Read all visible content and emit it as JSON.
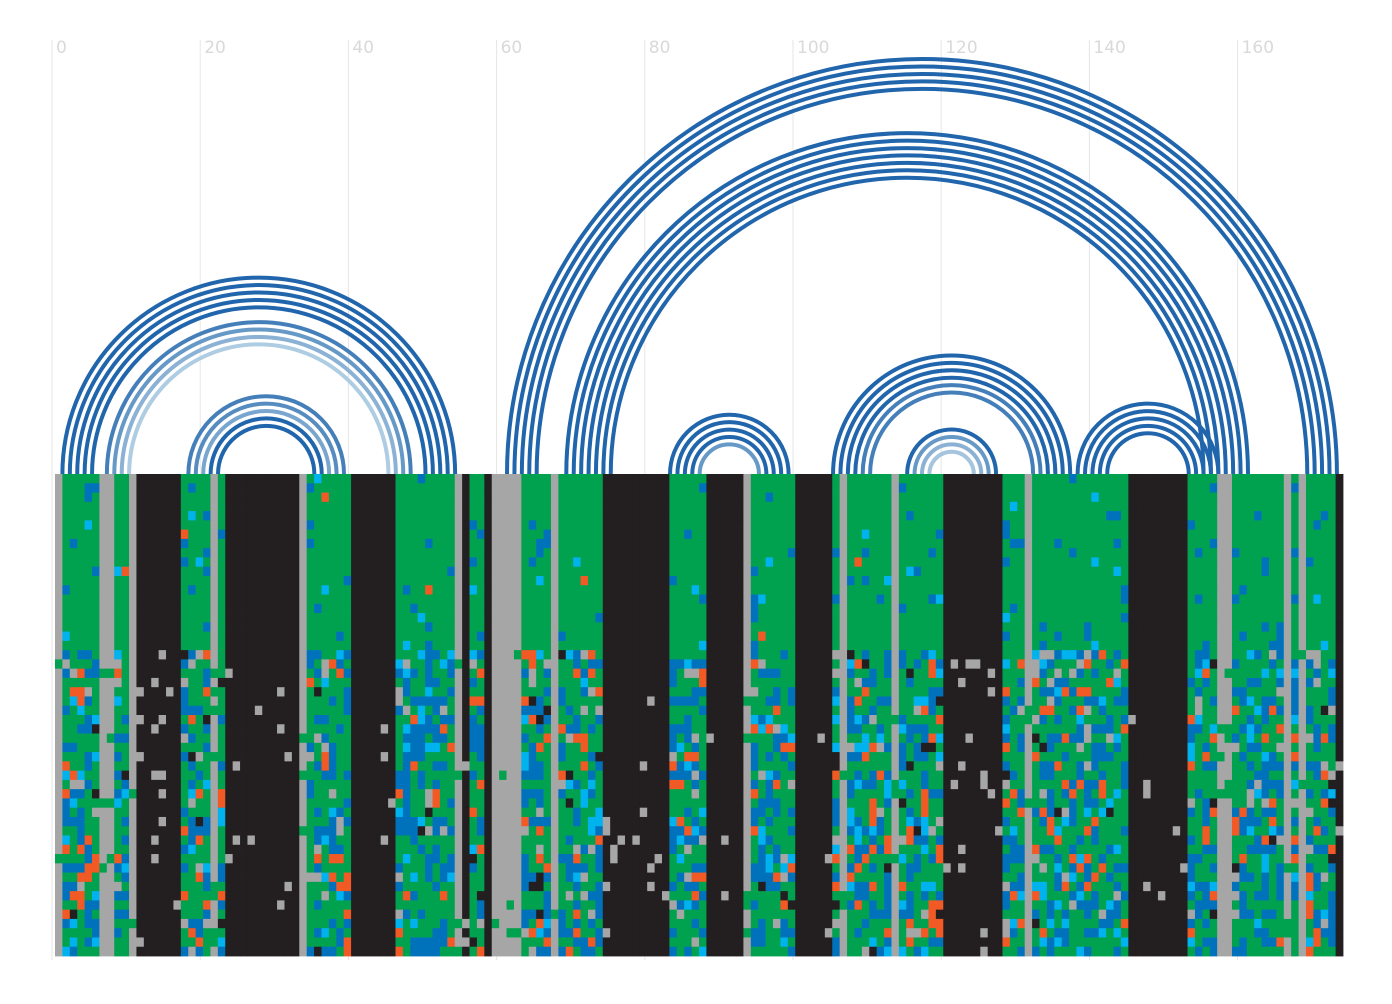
{
  "chart_data": {
    "type": "heatmap",
    "x_axis": {
      "range": [
        0,
        174
      ],
      "ticks": [
        0,
        20,
        40,
        60,
        80,
        100,
        120,
        140,
        160
      ],
      "tick_labels": [
        "0",
        "20",
        "40",
        "60",
        "80",
        "100",
        "120",
        "140",
        "160"
      ],
      "grid": true
    },
    "arcs": {
      "description": "base-pair arcs connecting sequence positions",
      "pairs": [
        [
          1,
          54
        ],
        [
          2,
          53
        ],
        [
          3,
          52
        ],
        [
          4,
          51
        ],
        [
          5,
          50
        ],
        [
          7,
          48
        ],
        [
          8,
          47
        ],
        [
          9,
          46
        ],
        [
          10,
          45
        ],
        [
          18,
          39
        ],
        [
          19,
          38
        ],
        [
          20,
          37
        ],
        [
          21,
          36
        ],
        [
          22,
          35
        ],
        [
          61,
          173
        ],
        [
          62,
          172
        ],
        [
          63,
          171
        ],
        [
          64,
          170
        ],
        [
          65,
          169
        ],
        [
          69,
          161
        ],
        [
          70,
          160
        ],
        [
          71,
          159
        ],
        [
          72,
          158
        ],
        [
          73,
          157
        ],
        [
          74,
          156
        ],
        [
          75,
          155
        ],
        [
          83,
          99
        ],
        [
          84,
          98
        ],
        [
          85,
          97
        ],
        [
          86,
          96
        ],
        [
          87,
          95
        ],
        [
          105,
          137
        ],
        [
          106,
          136
        ],
        [
          107,
          135
        ],
        [
          108,
          134
        ],
        [
          109,
          133
        ],
        [
          110,
          132
        ],
        [
          115,
          127
        ],
        [
          116,
          126
        ],
        [
          117,
          125
        ],
        [
          118,
          124
        ],
        [
          138,
          157
        ],
        [
          139,
          156
        ],
        [
          140,
          155
        ],
        [
          141,
          154
        ],
        [
          142,
          153
        ]
      ],
      "strength": [
        1,
        1,
        1,
        1,
        1,
        0.8,
        0.6,
        0.4,
        0.2,
        0.8,
        0.7,
        0.5,
        1,
        1,
        1,
        1,
        1,
        1,
        1,
        1,
        1,
        1,
        1,
        1,
        1,
        1,
        1,
        1,
        1,
        1,
        0.6,
        1,
        1,
        1,
        1,
        0.8,
        0.8,
        1,
        0.6,
        0.4,
        0.25,
        1,
        1,
        1,
        1,
        1
      ]
    },
    "heatmap": {
      "positions": 174,
      "rows": 52,
      "legend_colors": {
        "green": "#00a24f",
        "black": "#231f20",
        "gray": "#a6a6a6",
        "blue": "#0072bc",
        "cyan": "#00b2ee",
        "orange": "#f15a24"
      }
    }
  },
  "colors": {
    "arc": "#2166ac",
    "arc_light": "#92c5de",
    "grid": "#e6e6e6",
    "tick_text": "#d9d9d9",
    "background": "#ffffff"
  }
}
